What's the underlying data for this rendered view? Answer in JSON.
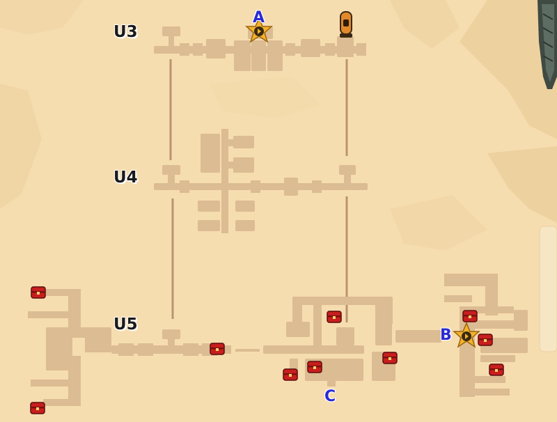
{
  "floors": {
    "u3": "U3",
    "u4": "U4",
    "u5": "U5"
  },
  "markers": {
    "a": "A",
    "b": "B",
    "c": "C"
  },
  "colors": {
    "background": "#f6ddb0",
    "sand_dark": "#ecd09b",
    "room": "#dcbc92",
    "corridor_line": "#b99470",
    "chest_red": "#c81e1e",
    "star_gold": "#f3b32a",
    "marker_blue": "#2a2ad6"
  },
  "icons": [
    "treasure-chest-icon",
    "warp-star-icon",
    "lantern-icon",
    "shovel-icon"
  ]
}
